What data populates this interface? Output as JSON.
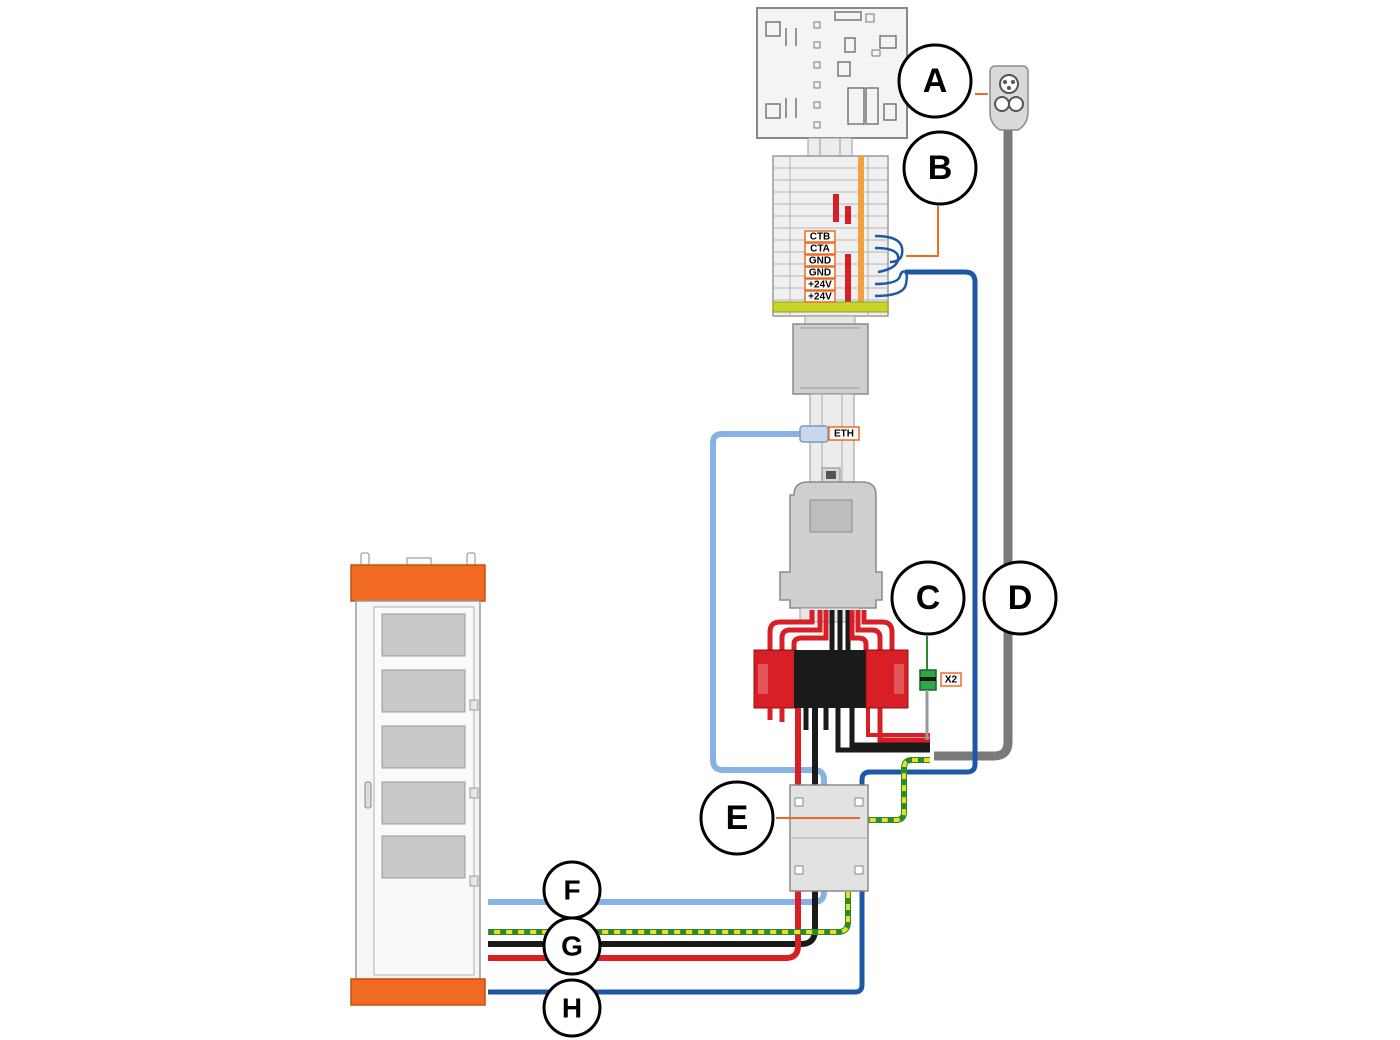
{
  "callouts": {
    "a": "A",
    "b": "B",
    "c": "C",
    "d": "D",
    "e": "E",
    "f": "F",
    "g": "G",
    "h": "H"
  },
  "terminals": [
    "CTB",
    "CTA",
    "GND",
    "GND",
    "+24V",
    "+24V"
  ],
  "tags": {
    "eth": "ETH",
    "x2": "X2"
  },
  "colors": {
    "orange": "#f06a22",
    "red": "#d81f26",
    "dark_blue": "#1f57a7",
    "light_blue": "#86b3e3",
    "gray_cable": "#7a7a7a",
    "yellow_green": "#c8d429",
    "black": "#1a1a1a"
  }
}
